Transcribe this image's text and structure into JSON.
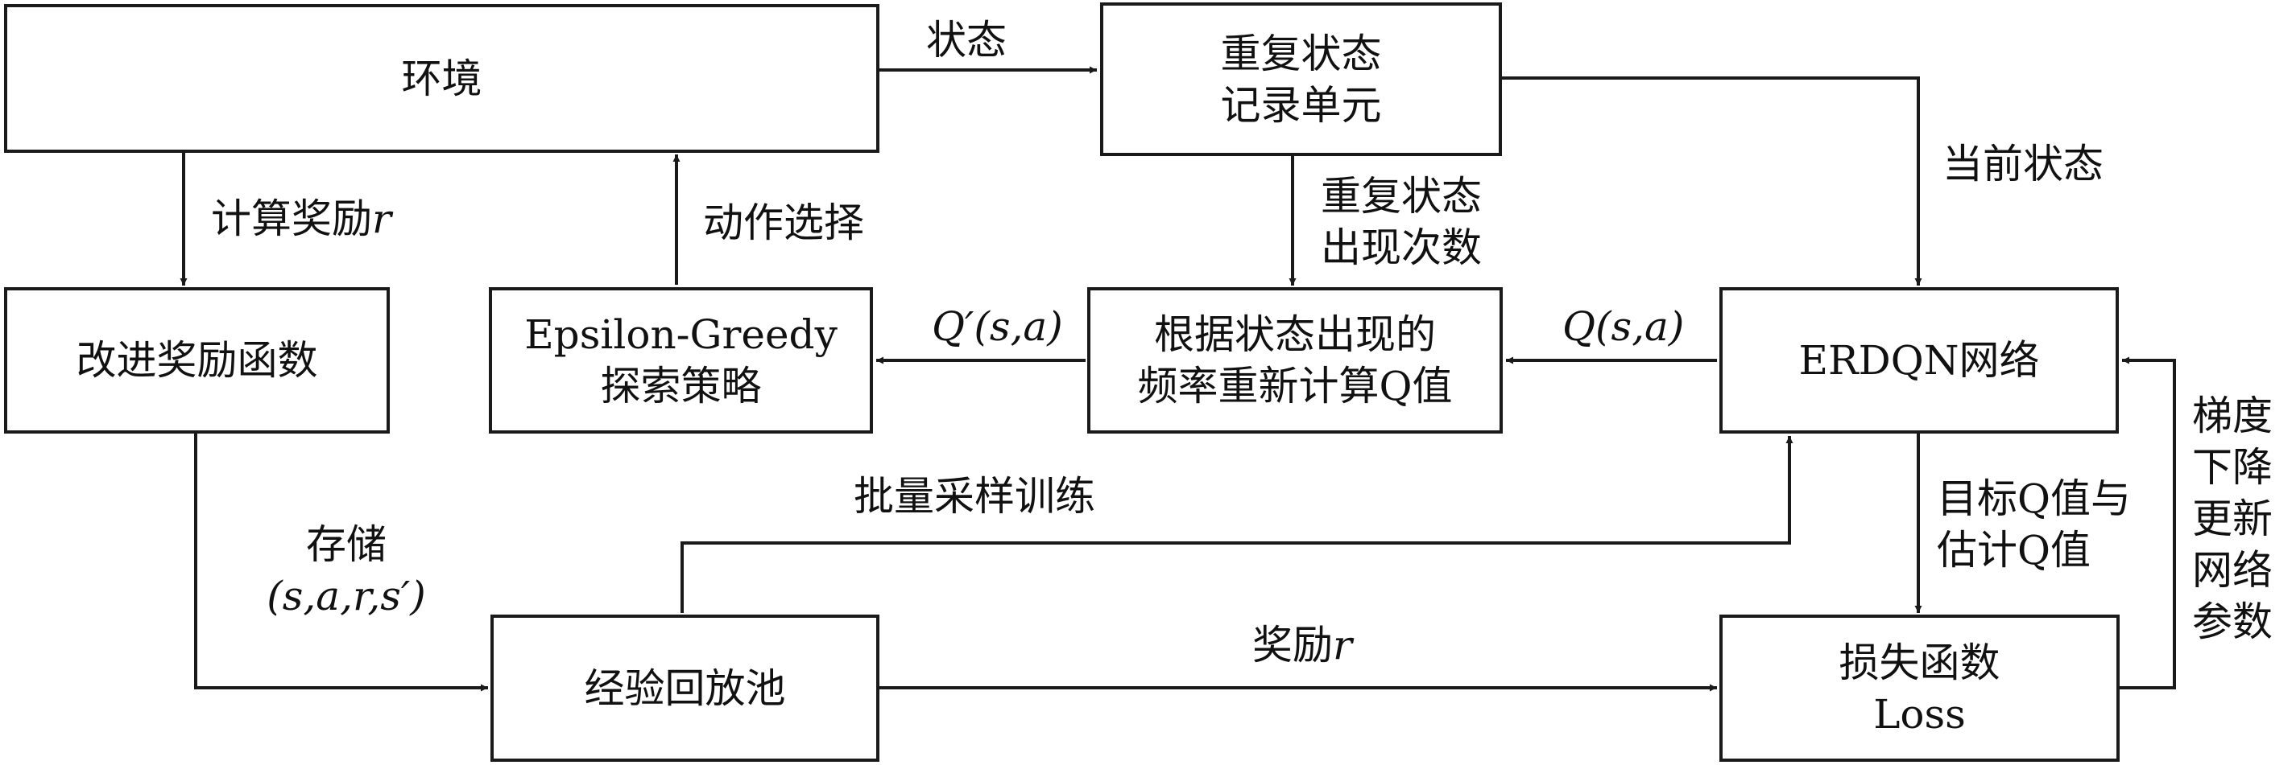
{
  "nodes": {
    "environment": "环境",
    "repeat_state_recorder": [
      "重复状态",
      "记录单元"
    ],
    "improved_reward": "改进奖励函数",
    "epsilon_greedy": [
      "Epsilon-Greedy",
      "探索策略"
    ],
    "recompute_q": [
      "根据状态出现的",
      "频率重新计算Q值"
    ],
    "erdqn_network": "ERDQN网络",
    "replay_pool": "经验回放池",
    "loss_function": [
      "损失函数",
      "Loss"
    ]
  },
  "edges": {
    "state": "状态",
    "current_state": "当前状态",
    "compute_reward_text": "计算奖励",
    "compute_reward_var": "r",
    "action_selection": "动作选择",
    "repeat_count": [
      "重复状态",
      "出现次数"
    ],
    "q_prime": "Q′(s,a)",
    "q": "Q(s,a)",
    "store": "存储",
    "transition": "(s,a,r,s′)",
    "batch_training": "批量采样训练",
    "reward_text": "奖励",
    "reward_var": "r",
    "target_estimate": [
      "目标Q值与",
      "估计Q值"
    ],
    "gradient_descent": [
      "梯度",
      "下降",
      "更新",
      "网络",
      "参数"
    ]
  }
}
